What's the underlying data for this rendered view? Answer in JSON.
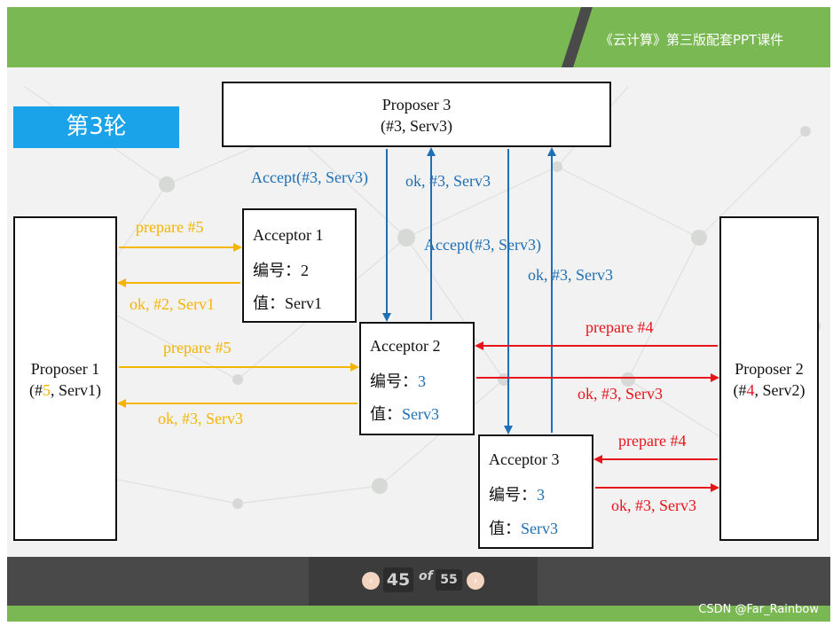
{
  "header": {
    "title": "《云计算》第三版配套PPT课件"
  },
  "round_badge": "第3轮",
  "proposer3": {
    "name": "Proposer 3",
    "value": "(#3, Serv3)"
  },
  "proposer1": {
    "name": "Proposer 1",
    "value_open": "(#",
    "value_num": "5",
    "value_close": ", Serv1)"
  },
  "proposer2": {
    "name": "Proposer 2",
    "value_open": "(#",
    "value_num": "4",
    "value_close": ", Serv2)"
  },
  "acceptor1": {
    "name": "Acceptor 1",
    "num_label": "编号：",
    "num": "2",
    "val_label": "值：",
    "val": "Serv1"
  },
  "acceptor2": {
    "name": "Acceptor 2",
    "num_label": "编号：",
    "num": "3",
    "val_label": "值：",
    "val": "Serv3"
  },
  "acceptor3": {
    "name": "Acceptor 3",
    "num_label": "编号：",
    "num": "3",
    "val_label": "值：",
    "val": "Serv3"
  },
  "messages": {
    "p3_accept_a2": "Accept(#3, Serv3)",
    "a2_ok_p3": "ok, #3, Serv3",
    "p3_accept_a3": "Accept(#3, Serv3)",
    "a3_ok_p3": "ok, #3, Serv3",
    "p1_prepare_a1": "prepare #5",
    "a1_ok_p1": "ok, #2, Serv1",
    "p1_prepare_a2": "prepare #5",
    "a2_ok_p1": "ok, #3, Serv3",
    "p2_prepare_a2": "prepare #4",
    "a2_ok_p2": "ok, #3, Serv3",
    "p2_prepare_a3": "prepare #4",
    "a3_ok_p2": "ok, #3, Serv3"
  },
  "colors": {
    "accept": "#1f6fb5",
    "prepare_p1": "#f5b400",
    "prepare_p2": "#e8141b",
    "header": "#7ab853",
    "badge": "#1aa3e8"
  },
  "nav": {
    "current": "45",
    "of": "of",
    "total": "55",
    "prev_icon": "chevron-left-icon",
    "next_icon": "chevron-right-icon"
  },
  "watermark": "CSDN @Far_Rainbow"
}
